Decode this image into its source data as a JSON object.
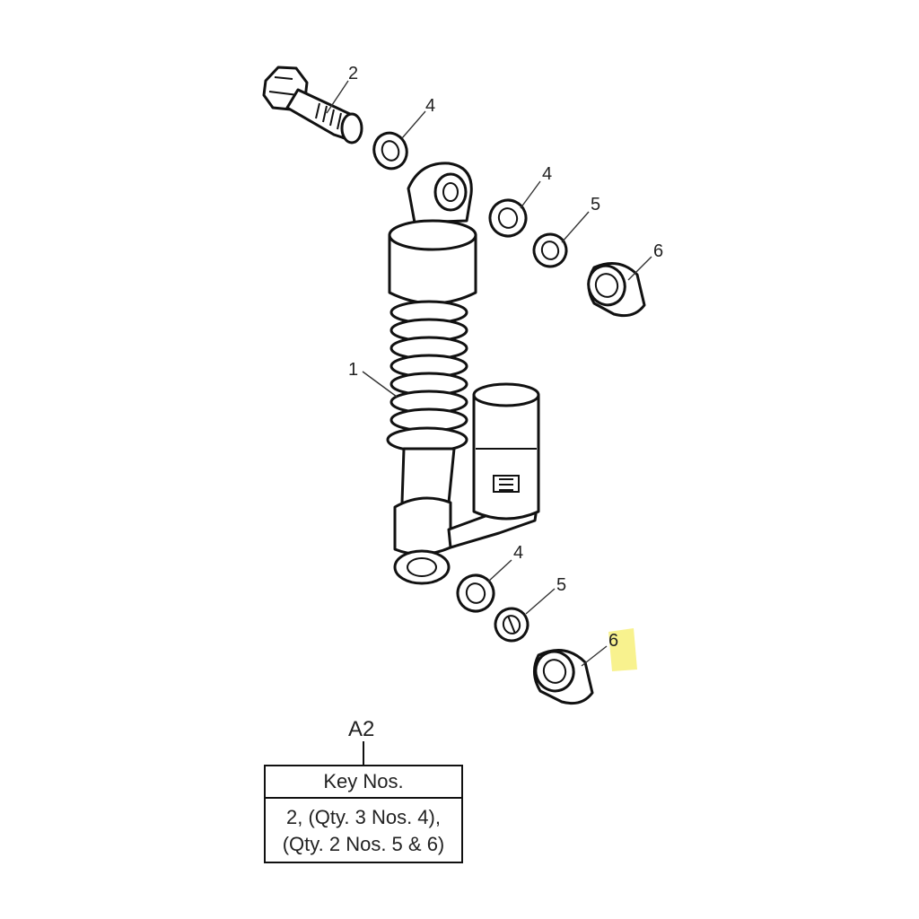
{
  "callouts": {
    "shock_absorber": "1",
    "bolt": "2",
    "washer_top_left": "4",
    "washer_top_right": "4",
    "spring_washer_top": "5",
    "cap_nut_top": "6",
    "washer_bottom": "4",
    "spring_washer_bottom": "5",
    "cap_nut_bottom": "6"
  },
  "group": {
    "label": "A2"
  },
  "key_table": {
    "header": "Key Nos.",
    "line1": "2, (Qty. 3 Nos. 4),",
    "line2": "(Qty. 2 Nos. 5 & 6)"
  },
  "colors": {
    "line": "#111111",
    "highlight": "#f7f07a"
  }
}
